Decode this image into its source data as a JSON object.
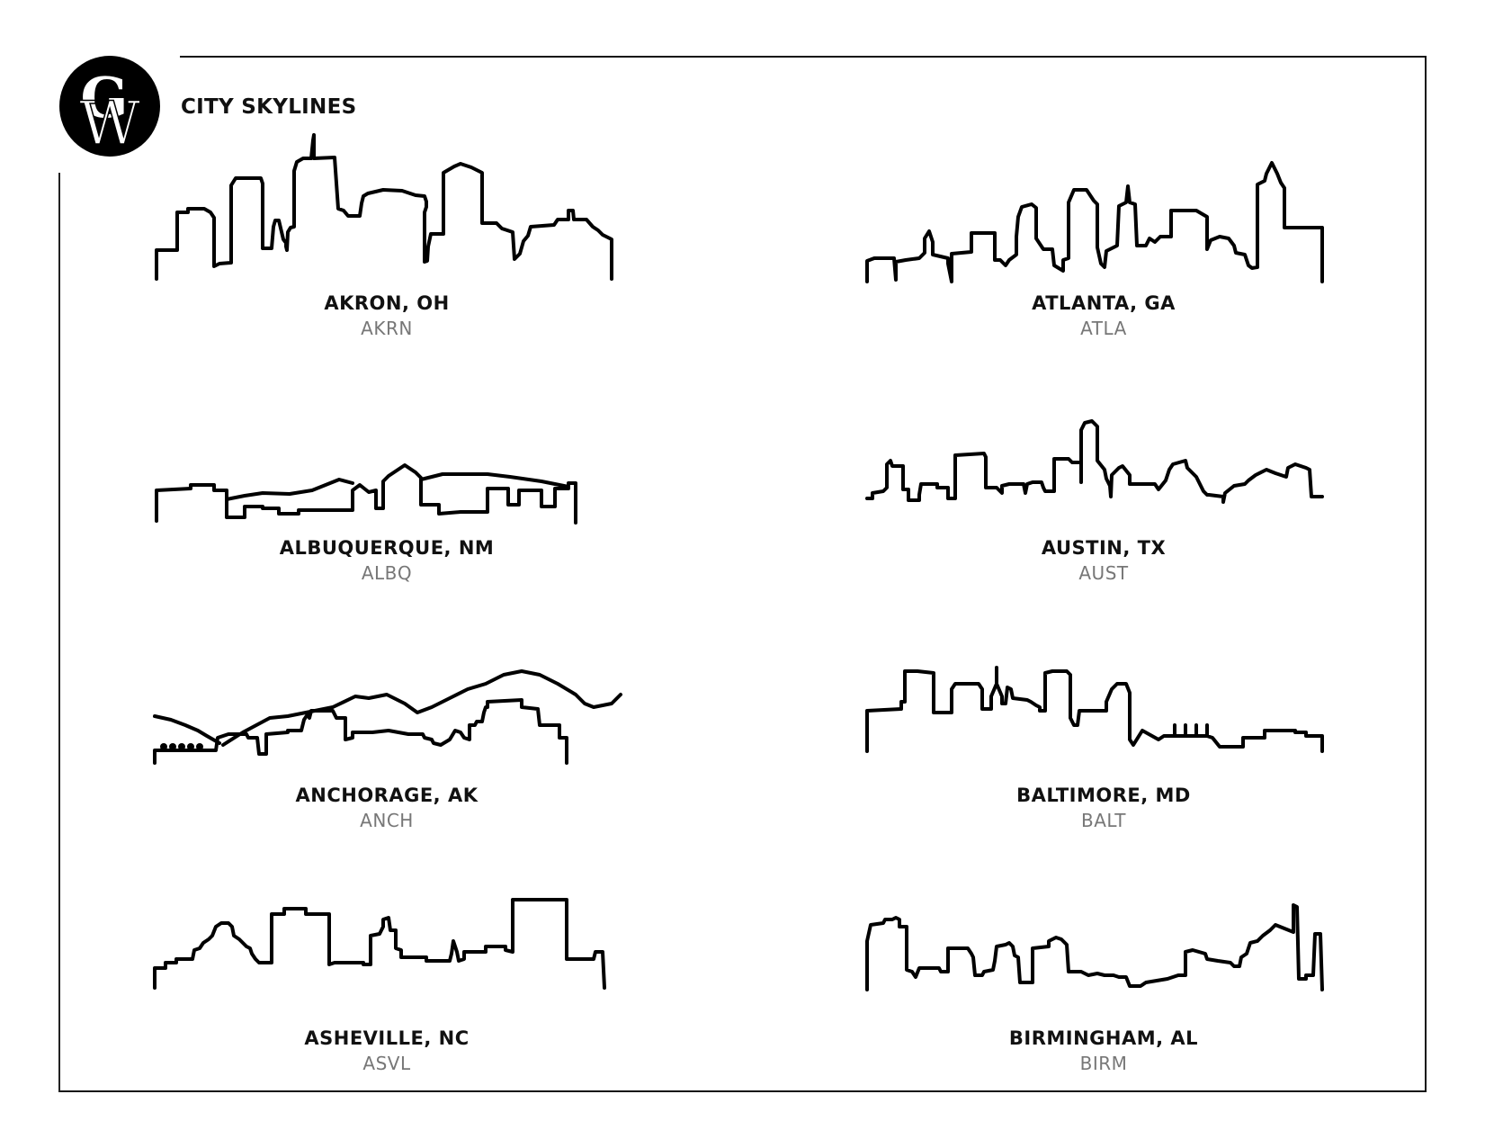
{
  "header": {
    "logo_text": "GW",
    "title": "CITY SKYLINES"
  },
  "cities": [
    {
      "name": "AKRON, OH",
      "code": "AKRN"
    },
    {
      "name": "ATLANTA, GA",
      "code": "ATLA"
    },
    {
      "name": "ALBUQUERQUE, NM",
      "code": "ALBQ"
    },
    {
      "name": "AUSTIN, TX",
      "code": "AUST"
    },
    {
      "name": "ANCHORAGE, AK",
      "code": "ANCH"
    },
    {
      "name": "BALTIMORE, MD",
      "code": "BALT"
    },
    {
      "name": "ASHEVILLE, NC",
      "code": "ASVL"
    },
    {
      "name": "BIRMINGHAM, AL",
      "code": "BIRM"
    }
  ],
  "colors": {
    "line": "#000000",
    "code_text": "#777777"
  }
}
